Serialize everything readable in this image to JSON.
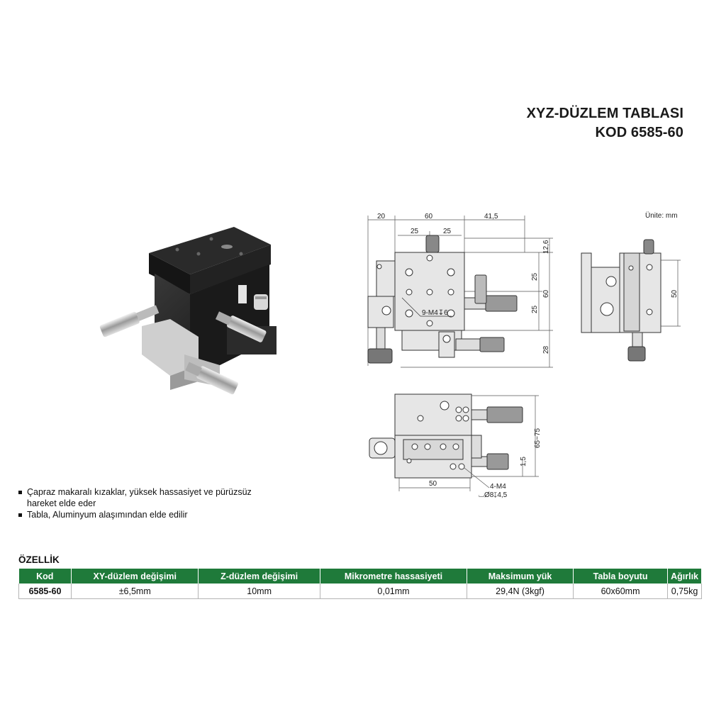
{
  "header": {
    "title_line1": "XYZ-DÜZLEM TABLASI",
    "title_line2": "KOD 6585-60"
  },
  "drawing": {
    "unit_label": "Ünite: mm",
    "top_view": {
      "dims": [
        "20",
        "60",
        "41,5",
        "25",
        "25",
        "12,6",
        "25",
        "60",
        "25",
        "28"
      ],
      "hole_callout": "9-M4↧6"
    },
    "side_view": {
      "dims": [
        "50"
      ]
    },
    "front_view": {
      "dims": [
        "65~75",
        "1,5",
        "50"
      ],
      "hole_callout_line1": "4-M4",
      "hole_callout_line2": "⌴Ø8↧4,5"
    }
  },
  "features": [
    "Çapraz makaralı kızaklar, yüksek hassasiyet ve pürüzsüz hareket elde eder",
    "Tabla, Aluminyum alaşımından elde edilir"
  ],
  "spec": {
    "heading": "ÖZELLİK",
    "columns": [
      "Kod",
      "XY-düzlem değişimi",
      "Z-düzlem değişimi",
      "Mikrometre hassasiyeti",
      "Maksimum yük",
      "Tabla boyutu",
      "Ağırlık"
    ],
    "rows": [
      [
        "6585-60",
        "±6,5mm",
        "10mm",
        "0,01mm",
        "29,4N (3kgf)",
        "60x60mm",
        "0,75kg"
      ]
    ]
  },
  "colors": {
    "header_green": "#1f7a3a",
    "drawing_fill": "#e6e6e6",
    "stage_black": "#1c1c1c"
  }
}
